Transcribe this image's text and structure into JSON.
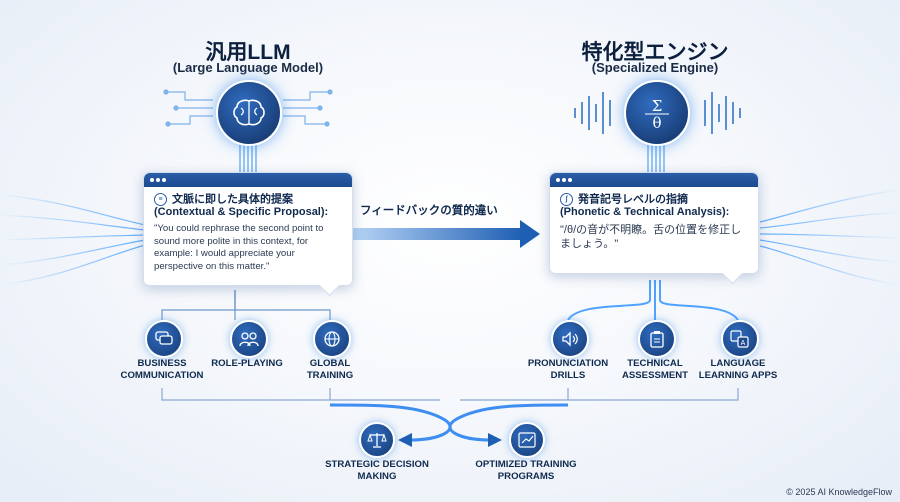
{
  "llm": {
    "title": "汎用LLM",
    "subtitle": "(Large Language Model)",
    "card_heading_jp": "文脈に即した具体的提案",
    "card_heading_en": "(Contextual & Specific Proposal):",
    "card_text": "\"You could rephrase the second point to sound more polite in this context, for example: I would appreciate your perspective on this matter.\"",
    "uses": [
      {
        "label": "BUSINESS COMMUNICATION",
        "icon": "chat-icon"
      },
      {
        "label": "ROLE-PLAYING",
        "icon": "people-icon"
      },
      {
        "label": "GLOBAL TRAINING",
        "icon": "globe-icon"
      }
    ]
  },
  "engine": {
    "title": "特化型エンジン",
    "subtitle": "(Specialized Engine)",
    "card_heading_jp": "発音記号レベルの指摘",
    "card_heading_en": "(Phonetic & Technical Analysis):",
    "card_text": "\"/θ/の音が不明瞭。舌の位置を修正しましょう。\"",
    "uses": [
      {
        "label": "PRONUNCIATION DRILLS",
        "icon": "speaker-icon"
      },
      {
        "label": "TECHNICAL ASSESSMENT",
        "icon": "clipboard-icon"
      },
      {
        "label": "LANGUAGE LEARNING APPS",
        "icon": "translate-icon"
      }
    ]
  },
  "arrow_label": "フィードバックの質的違い",
  "outcomes": [
    {
      "label": "STRATEGIC DECISION MAKING",
      "icon": "scale-icon"
    },
    {
      "label": "OPTIMIZED TRAINING PROGRAMS",
      "icon": "chart-icon"
    }
  ],
  "copyright": "© 2025 AI KnowledgeFlow",
  "colors": {
    "accent": "#2b5ea9",
    "glow": "#4fa3ff",
    "dark": "#0f2a4e"
  }
}
